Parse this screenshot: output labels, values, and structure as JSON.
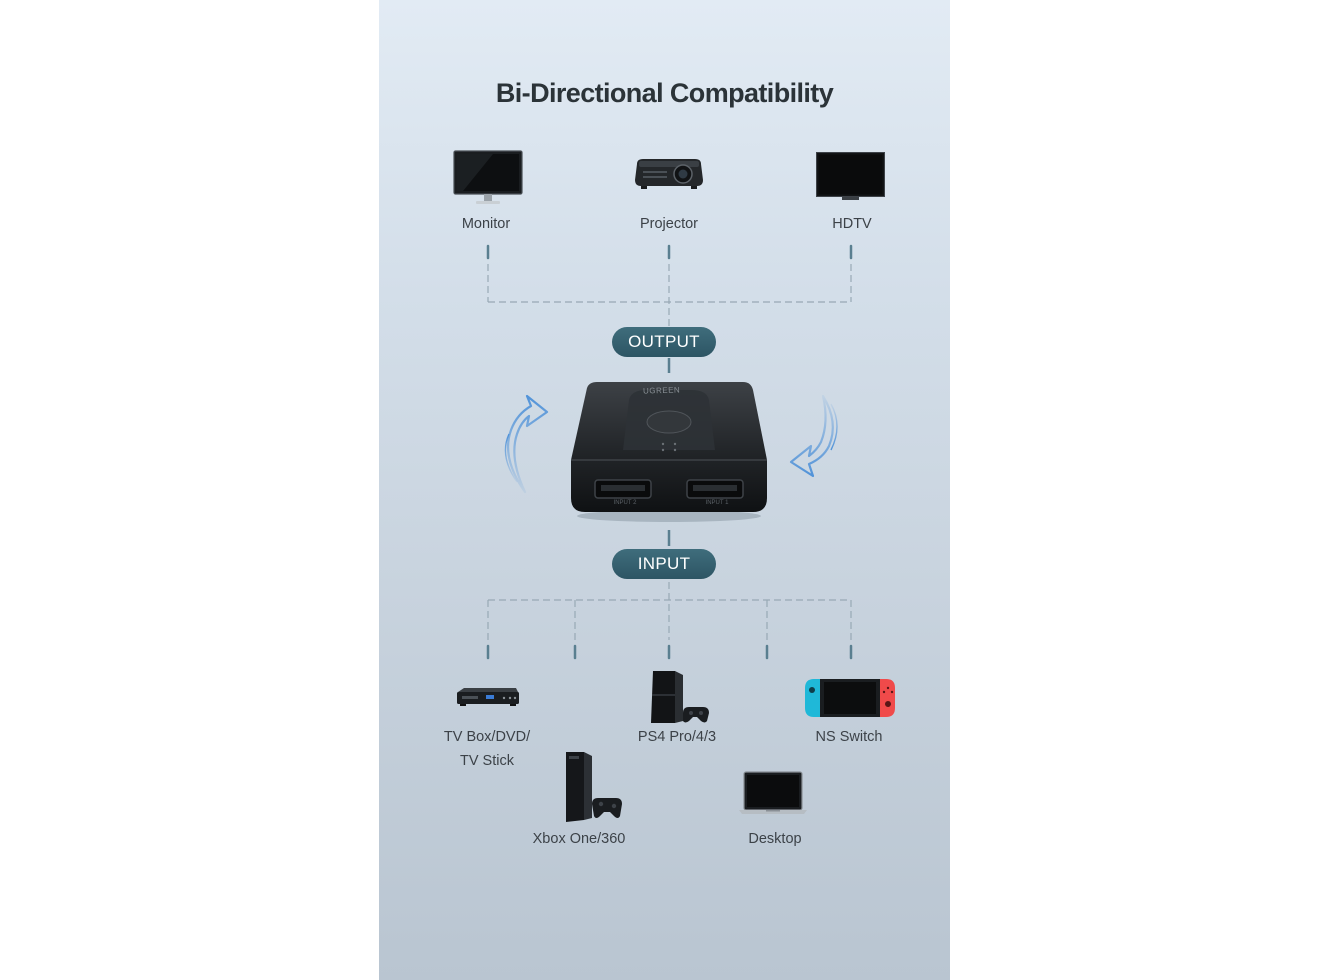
{
  "title": "Bi-Directional Compatibility",
  "output": {
    "label": "OUTPUT",
    "devices": [
      {
        "name": "Monitor",
        "icon": "monitor-icon"
      },
      {
        "name": "Projector",
        "icon": "projector-icon"
      },
      {
        "name": "HDTV",
        "icon": "hdtv-icon"
      }
    ]
  },
  "input": {
    "label": "INPUT",
    "devices": [
      {
        "name": "TV Box/DVD/",
        "name_line2": "TV Stick",
        "icon": "tv-box-icon"
      },
      {
        "name": "PS4 Pro/4/3",
        "icon": "ps4-icon"
      },
      {
        "name": "NS Switch",
        "icon": "ns-switch-icon"
      },
      {
        "name": "Xbox One/360",
        "icon": "xbox-icon"
      },
      {
        "name": "Desktop",
        "icon": "laptop-icon"
      }
    ]
  },
  "switch_device": {
    "brand": "UGREEN",
    "ports": [
      "INPUT 2",
      "INPUT 1"
    ]
  },
  "colors": {
    "accent": "#2d5564",
    "line": "#8fa4b2",
    "arrow": "#4a8fd8"
  }
}
